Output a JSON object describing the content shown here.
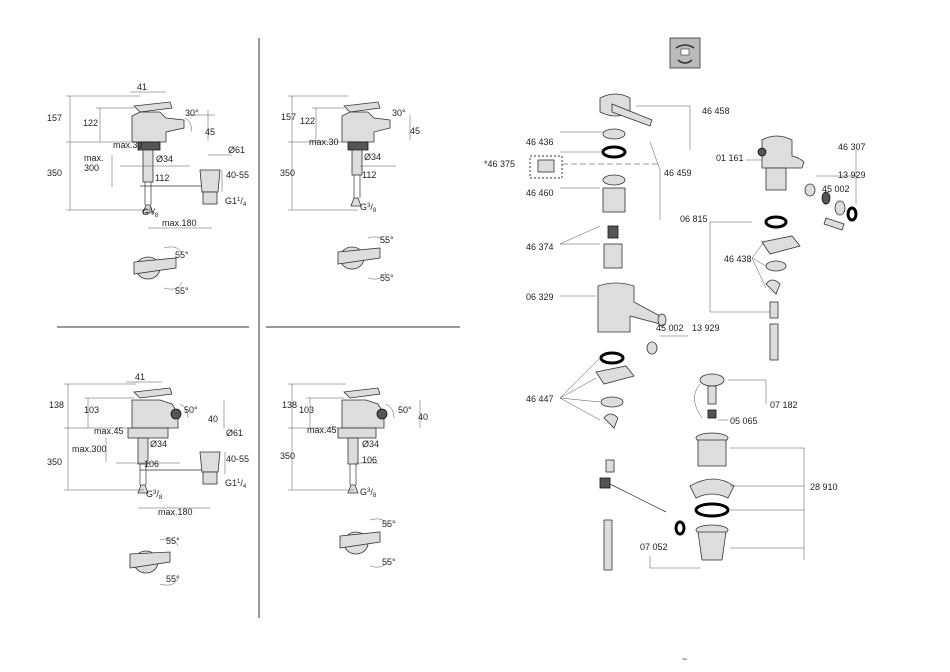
{
  "views": [
    {
      "dims": [
        "157",
        "122",
        "41",
        "30°",
        "45",
        "max.30",
        "max.",
        "300",
        "Ø34",
        "Ø61",
        "350",
        "112",
        "40-55",
        "G",
        "3",
        "8",
        "G1",
        "1",
        "4",
        "max.180"
      ],
      "angles": [
        "55°",
        "55°"
      ]
    },
    {
      "dims": [
        "157",
        "122",
        "30°",
        "45",
        "max.30",
        "Ø34",
        "350",
        "112",
        "G",
        "3",
        "8"
      ],
      "angles": [
        "55°",
        "55°"
      ]
    },
    {
      "dims": [
        "138",
        "103",
        "41",
        "50°",
        "40",
        "max.45",
        "Ø34",
        "Ø61",
        "max.300",
        "350",
        "106",
        "40-55",
        "G",
        "3",
        "8",
        "G1",
        "1",
        "4",
        "max.180"
      ],
      "angles": [
        "55°",
        "55°"
      ]
    },
    {
      "dims": [
        "138",
        "103",
        "50°",
        "40",
        "max.45",
        "Ø34",
        "350",
        "106",
        "G",
        "3",
        "8"
      ],
      "angles": [
        "55°",
        "55°"
      ]
    }
  ],
  "parts": [
    "46 458",
    "46 436",
    "*46 375",
    "46 460",
    "46 459",
    "46 374",
    "06 329",
    "45 002",
    "13 929",
    "46 447",
    "01 161",
    "46 307",
    "13 929",
    "45 002",
    "06 815",
    "46 438",
    "07 182",
    "05 065",
    "28 910",
    "07 052"
  ]
}
